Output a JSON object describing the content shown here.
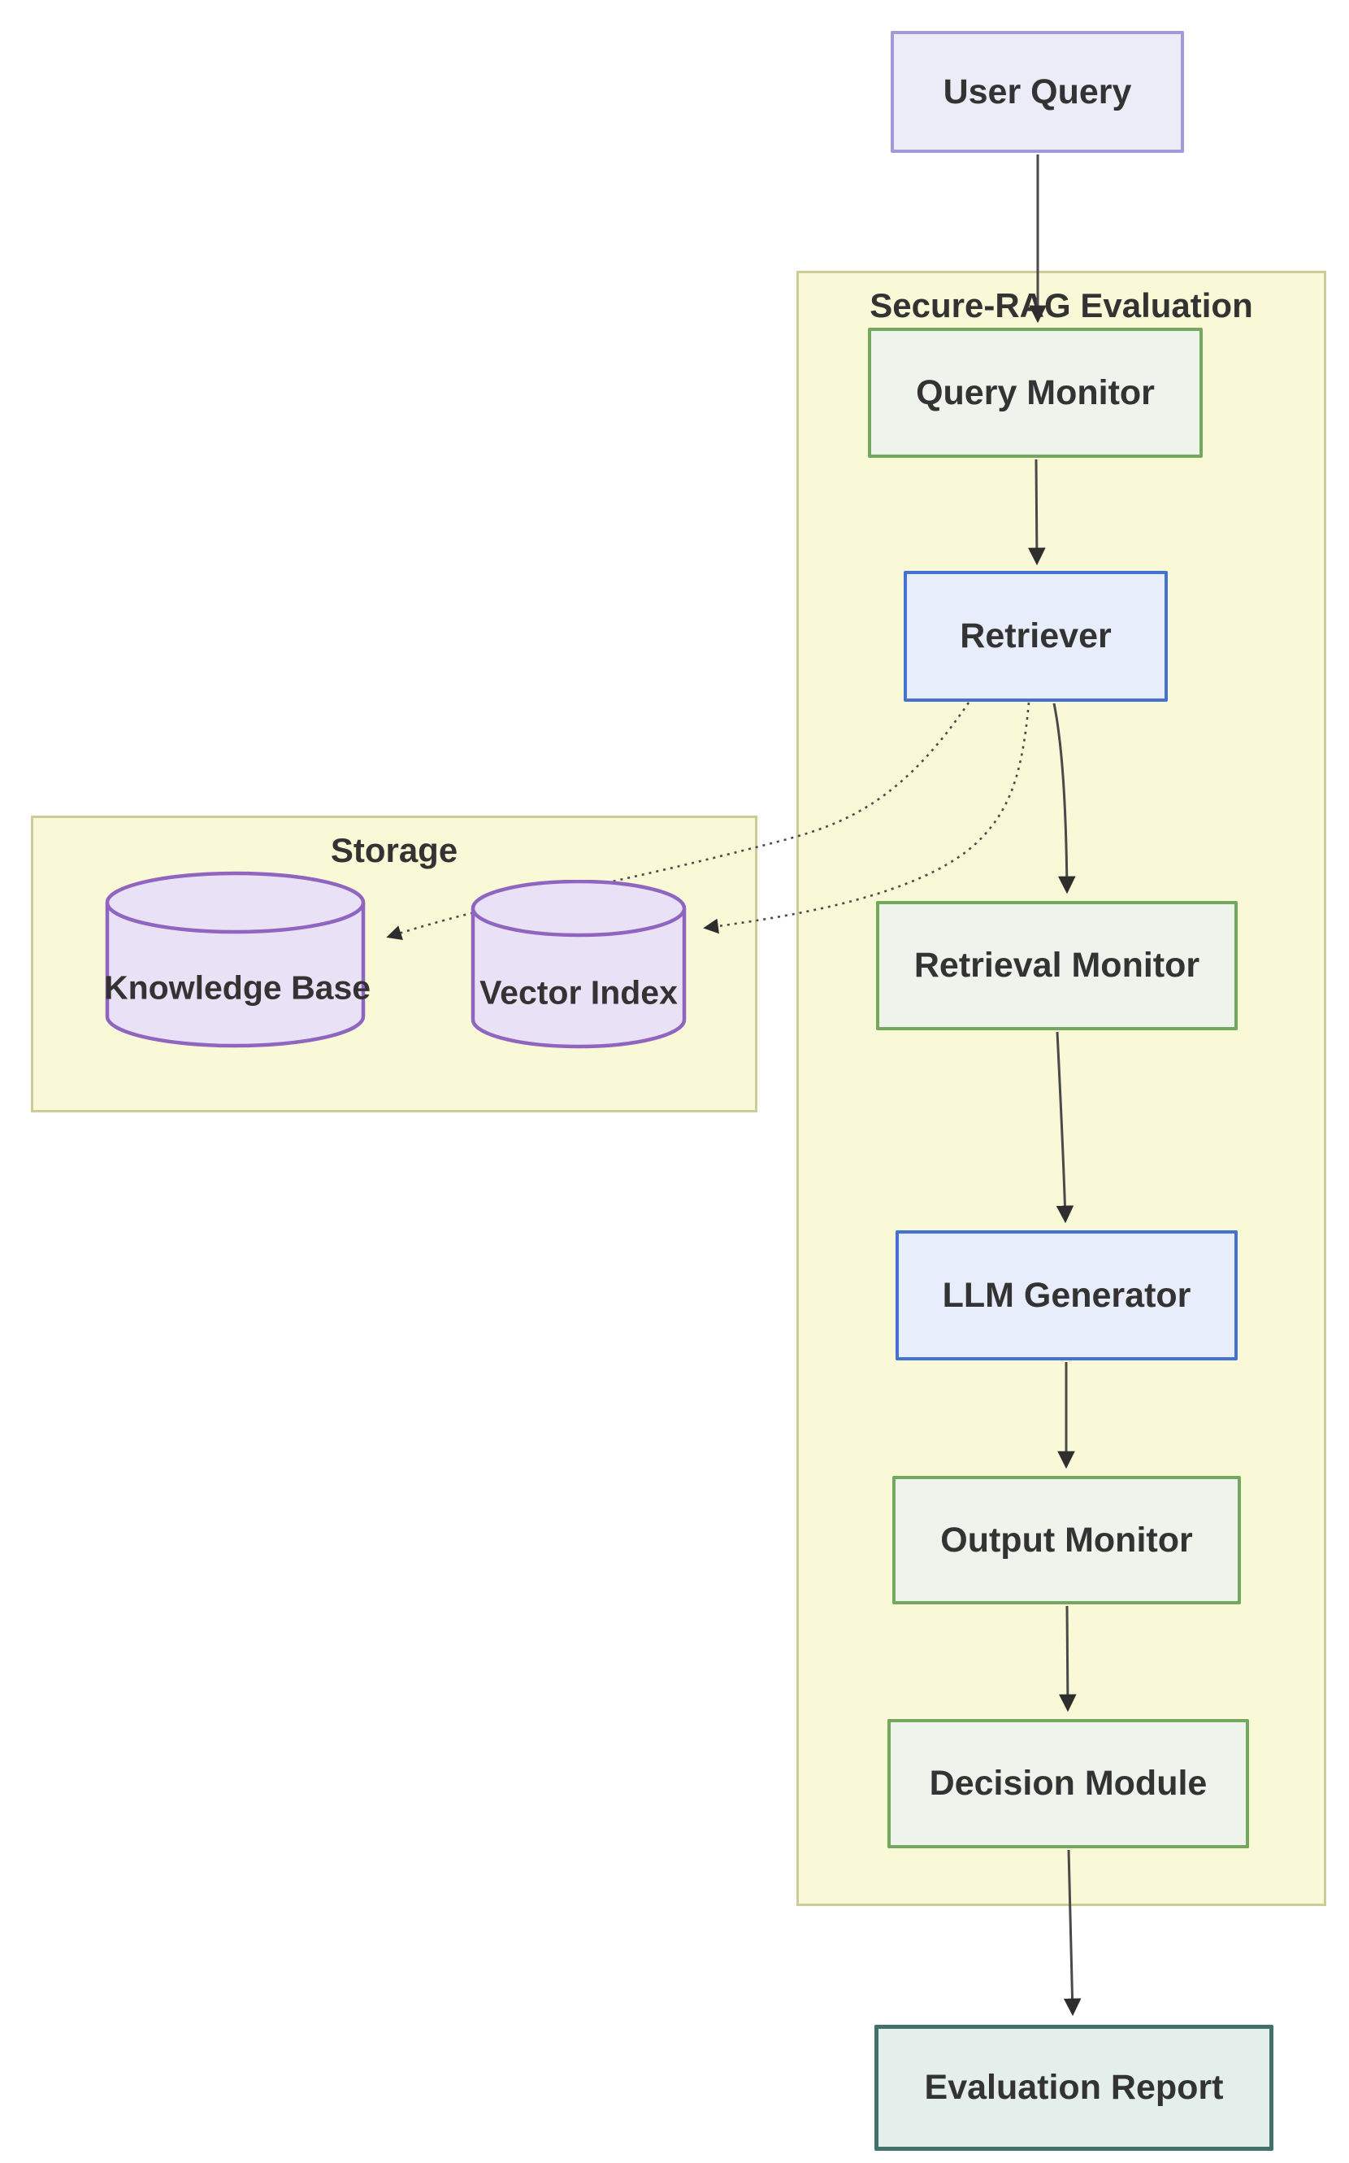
{
  "diagram": {
    "type": "flowchart",
    "containers": {
      "secure_rag": {
        "title": "Secure-RAG Evaluation"
      },
      "storage": {
        "title": "Storage"
      }
    },
    "nodes": {
      "user_query": "User Query",
      "query_monitor": "Query Monitor",
      "retriever": "Retriever",
      "retrieval_monitor": "Retrieval Monitor",
      "llm_generator": "LLM Generator",
      "output_monitor": "Output Monitor",
      "decision_module": "Decision Module",
      "evaluation_report": "Evaluation Report",
      "knowledge_base": "Knowledge Base",
      "vector_index": "Vector Index"
    },
    "edges": [
      {
        "from": "User Query",
        "to": "Query Monitor",
        "style": "solid"
      },
      {
        "from": "Query Monitor",
        "to": "Retriever",
        "style": "solid"
      },
      {
        "from": "Retriever",
        "to": "Retrieval Monitor",
        "style": "solid"
      },
      {
        "from": "Retriever",
        "to": "Knowledge Base",
        "style": "dotted"
      },
      {
        "from": "Retriever",
        "to": "Vector Index",
        "style": "dotted"
      },
      {
        "from": "Retrieval Monitor",
        "to": "LLM Generator",
        "style": "solid"
      },
      {
        "from": "LLM Generator",
        "to": "Output Monitor",
        "style": "solid"
      },
      {
        "from": "Output Monitor",
        "to": "Decision Module",
        "style": "solid"
      },
      {
        "from": "Decision Module",
        "to": "Evaluation Report",
        "style": "solid"
      }
    ],
    "colors": {
      "container_fill": "#f9f9d8",
      "container_border": "#cccc99",
      "lavender_fill": "#ececf9",
      "lavender_border": "#a29ad8",
      "blue_fill": "#e8edfb",
      "blue_border": "#4472cf",
      "green_fill": "#eef3eb",
      "green_border": "#74a85e",
      "teal_fill": "#e4efec",
      "teal_border": "#41716a",
      "cylinder_fill": "#e9e1f5",
      "cylinder_border": "#9065c0",
      "edge_line": "#4a4a4a",
      "text": "#333333"
    }
  }
}
